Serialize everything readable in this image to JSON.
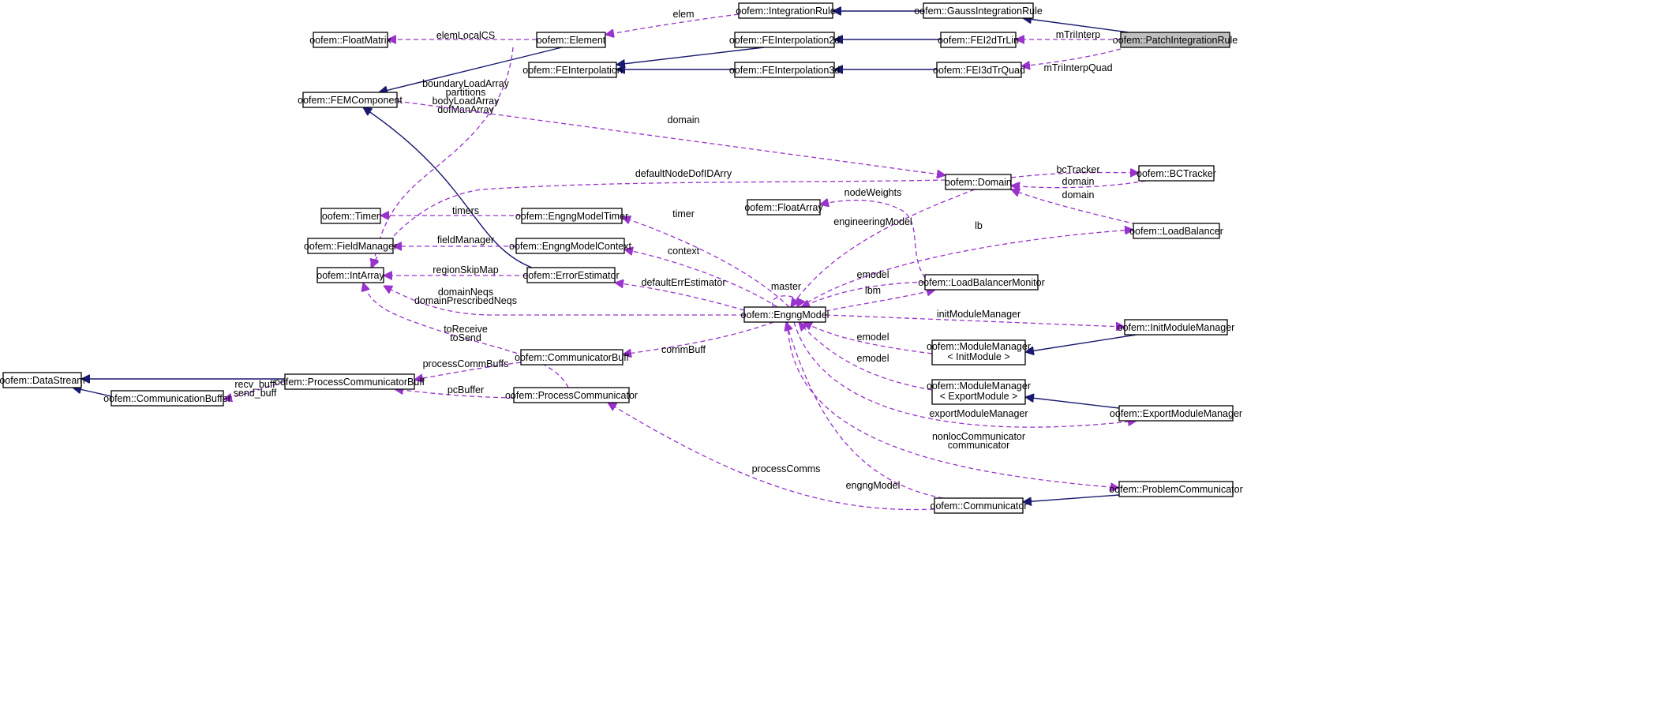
{
  "colors": {
    "inheritance_edge": "#191970",
    "usage_edge": "#9a32cd",
    "node_border": "#000000",
    "node_fill": "#ffffff",
    "focus_node_fill": "#bfbfbf"
  },
  "focus_node": "PatchIntegrationRule",
  "nodes": {
    "PatchIntegrationRule": [
      "oofem::PatchIntegrationRule"
    ],
    "GaussIntegrationRule": [
      "oofem::GaussIntegrationRule"
    ],
    "IntegrationRule": [
      "oofem::IntegrationRule"
    ],
    "Element": [
      "oofem::Element"
    ],
    "FloatMatrix": [
      "oofem::FloatMatrix"
    ],
    "FEMComponent": [
      "oofem::FEMComponent"
    ],
    "FEInterpolation2d": [
      "oofem::FEInterpolation2d"
    ],
    "FEI2dTrLin": [
      "oofem::FEI2dTrLin"
    ],
    "FEInterpolation": [
      "oofem::FEInterpolation"
    ],
    "FEInterpolation3d": [
      "oofem::FEInterpolation3d"
    ],
    "FEI3dTrQuad": [
      "oofem::FEI3dTrQuad"
    ],
    "Domain": [
      "oofem::Domain"
    ],
    "BCTracker": [
      "oofem::BCTracker"
    ],
    "LoadBalancer": [
      "oofem::LoadBalancer"
    ],
    "Timer": [
      "oofem::Timer"
    ],
    "EngngModelTimer": [
      "oofem::EngngModelTimer"
    ],
    "FloatArray": [
      "oofem::FloatArray"
    ],
    "FieldManager": [
      "oofem::FieldManager"
    ],
    "EngngModelContext": [
      "oofem::EngngModelContext"
    ],
    "IntArray": [
      "oofem::IntArray"
    ],
    "ErrorEstimator": [
      "oofem::ErrorEstimator"
    ],
    "LoadBalancerMonitor": [
      "oofem::LoadBalancerMonitor"
    ],
    "EngngModel": [
      "oofem::EngngModel"
    ],
    "InitModuleManager": [
      "oofem::InitModuleManager"
    ],
    "ModuleManagerInit": [
      "oofem::ModuleManager",
      "< InitModule >"
    ],
    "CommunicatorBuff": [
      "oofem::CommunicatorBuff"
    ],
    "DataStream": [
      "oofem::DataStream"
    ],
    "ProcessCommunicatorBuff": [
      "oofem::ProcessCommunicatorBuff"
    ],
    "CommunicationBuffer": [
      "oofem::CommunicationBuffer"
    ],
    "ProcessCommunicator": [
      "oofem::ProcessCommunicator"
    ],
    "ModuleManagerExport": [
      "oofem::ModuleManager",
      "< ExportModule >"
    ],
    "ExportModuleManager": [
      "oofem::ExportModuleManager"
    ],
    "ProblemCommunicator": [
      "oofem::ProblemCommunicator"
    ],
    "Communicator": [
      "oofem::Communicator"
    ]
  },
  "edges": [
    {
      "id": "patch-gauss",
      "kind": "inheritance"
    },
    {
      "id": "gauss-integration",
      "kind": "inheritance"
    },
    {
      "id": "element-femcomponent",
      "kind": "inheritance"
    },
    {
      "id": "fei2dtrlin-feinterp2d",
      "kind": "inheritance"
    },
    {
      "id": "feinterp2d-feinterp",
      "kind": "inheritance"
    },
    {
      "id": "feinterp3d-feinterp",
      "kind": "inheritance"
    },
    {
      "id": "fei3dtrquad-feinterp3d",
      "kind": "inheritance"
    },
    {
      "id": "errorestimator-femcomponent",
      "kind": "inheritance"
    },
    {
      "id": "processcommbuff-datastream",
      "kind": "inheritance"
    },
    {
      "id": "communicationbuffer-datastream",
      "kind": "inheritance"
    },
    {
      "id": "initmodulemanager-modulemanager",
      "kind": "inheritance"
    },
    {
      "id": "exportmodulemanager-modulemanager",
      "kind": "inheritance"
    },
    {
      "id": "problemcommunicator-communicator",
      "kind": "inheritance"
    },
    {
      "id": "elem",
      "kind": "usage",
      "label": [
        "elem"
      ]
    },
    {
      "id": "elemLocalCS",
      "kind": "usage",
      "label": [
        "elemLocalCS"
      ]
    },
    {
      "id": "mTriInterp",
      "kind": "usage",
      "label": [
        "mTriInterp"
      ]
    },
    {
      "id": "mTriInterpQuad",
      "kind": "usage",
      "label": [
        "mTriInterpQuad"
      ]
    },
    {
      "id": "element-intarray",
      "kind": "usage",
      "label": [
        "boundaryLoadArray",
        "partitions",
        "bodyLoadArray",
        "dofManArray"
      ]
    },
    {
      "id": "domain-femcomp",
      "kind": "usage",
      "label": [
        "domain"
      ]
    },
    {
      "id": "bcTracker",
      "kind": "usage",
      "label": [
        "bcTracker"
      ]
    },
    {
      "id": "bctracker-domain",
      "kind": "usage",
      "label": [
        "domain"
      ]
    },
    {
      "id": "loadbalancer-domain",
      "kind": "usage",
      "label": [
        "domain"
      ]
    },
    {
      "id": "defaultNodeDofIDArry",
      "kind": "usage",
      "label": [
        "defaultNodeDofIDArry"
      ]
    },
    {
      "id": "timers",
      "kind": "usage",
      "label": [
        "timers"
      ]
    },
    {
      "id": "nodeWeights",
      "kind": "usage",
      "label": [
        "nodeWeights"
      ]
    },
    {
      "id": "timer",
      "kind": "usage",
      "label": [
        "timer"
      ]
    },
    {
      "id": "engineeringModel",
      "kind": "usage",
      "label": [
        "engineeringModel"
      ]
    },
    {
      "id": "fieldManager",
      "kind": "usage",
      "label": [
        "fieldManager"
      ]
    },
    {
      "id": "lb",
      "kind": "usage",
      "label": [
        "lb"
      ]
    },
    {
      "id": "context",
      "kind": "usage",
      "label": [
        "context"
      ]
    },
    {
      "id": "regionSkipMap",
      "kind": "usage",
      "label": [
        "regionSkipMap"
      ]
    },
    {
      "id": "master",
      "kind": "usage",
      "label": [
        "master"
      ]
    },
    {
      "id": "emodel-lbm",
      "kind": "usage",
      "label": [
        "emodel"
      ]
    },
    {
      "id": "lbm",
      "kind": "usage",
      "label": [
        "lbm"
      ]
    },
    {
      "id": "defaultErrEstimator",
      "kind": "usage",
      "label": [
        "defaultErrEstimator"
      ]
    },
    {
      "id": "domainNeqs",
      "kind": "usage",
      "label": [
        "domainNeqs",
        "domainPrescribedNeqs"
      ]
    },
    {
      "id": "initModuleManager",
      "kind": "usage",
      "label": [
        "initModuleManager"
      ]
    },
    {
      "id": "toReceive",
      "kind": "usage",
      "label": [
        "toReceive",
        "toSend"
      ]
    },
    {
      "id": "emodel-init",
      "kind": "usage",
      "label": [
        "emodel"
      ]
    },
    {
      "id": "commBuff",
      "kind": "usage",
      "label": [
        "commBuff"
      ]
    },
    {
      "id": "emodel-export",
      "kind": "usage",
      "label": [
        "emodel"
      ]
    },
    {
      "id": "processCommBuffs",
      "kind": "usage",
      "label": [
        "processCommBuffs"
      ]
    },
    {
      "id": "recv_buff",
      "kind": "usage",
      "label": [
        "recv_buff",
        "send_buff"
      ]
    },
    {
      "id": "pcBuffer",
      "kind": "usage",
      "label": [
        "pcBuffer"
      ]
    },
    {
      "id": "exportModuleManager",
      "kind": "usage",
      "label": [
        "exportModuleManager"
      ]
    },
    {
      "id": "nonlocCommunicator",
      "kind": "usage",
      "label": [
        "nonlocCommunicator",
        "communicator"
      ]
    },
    {
      "id": "processComms",
      "kind": "usage",
      "label": [
        "processComms"
      ]
    },
    {
      "id": "engngModel",
      "kind": "usage",
      "label": [
        "engngModel"
      ]
    }
  ]
}
